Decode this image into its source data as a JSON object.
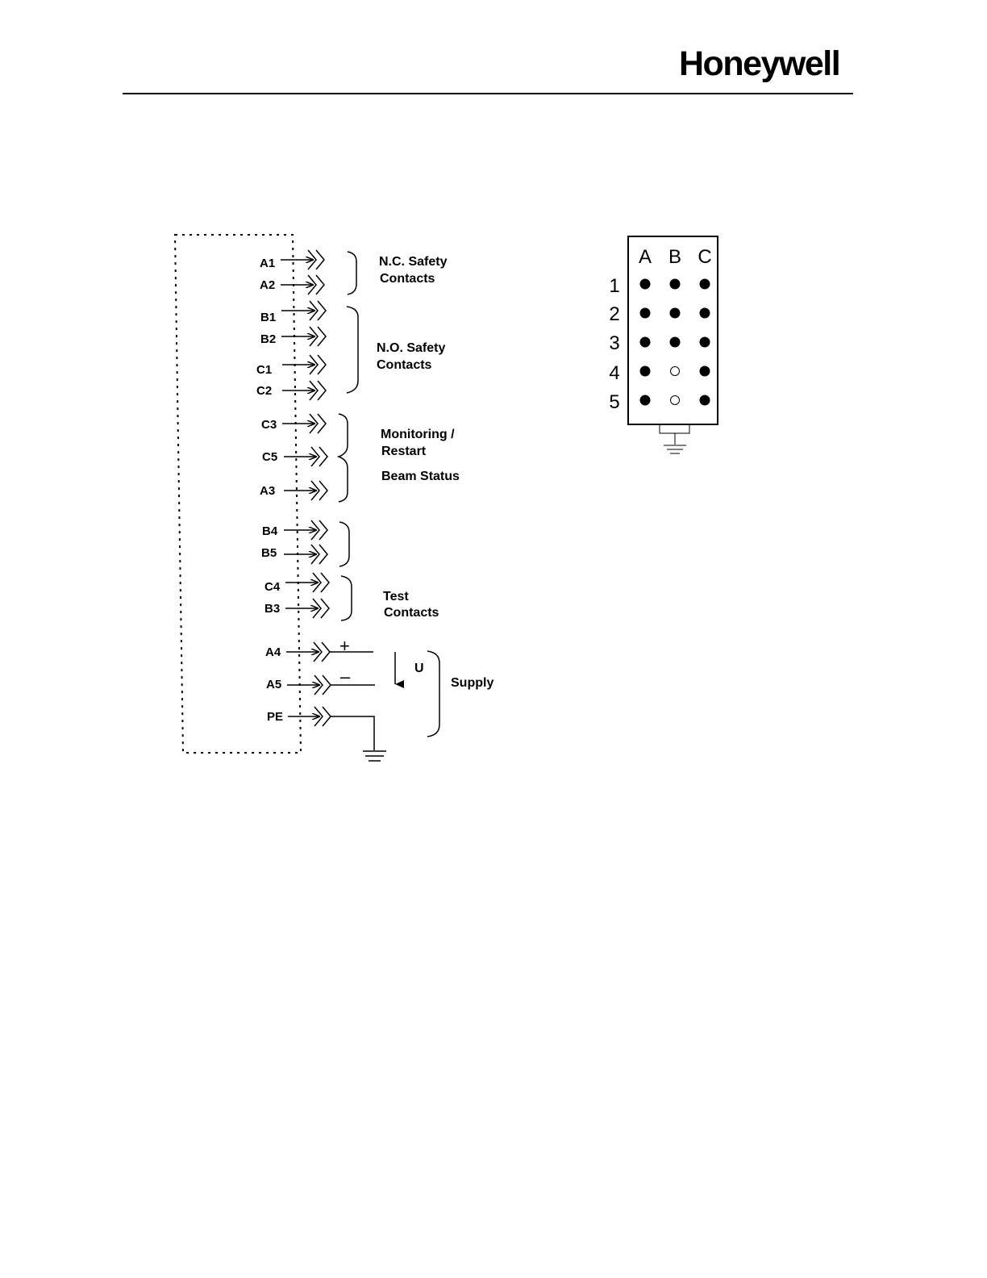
{
  "header": {
    "logo": "Honeywell"
  },
  "pins": [
    {
      "id": "a1",
      "label": "A1"
    },
    {
      "id": "a2",
      "label": "A2"
    },
    {
      "id": "b1",
      "label": "B1"
    },
    {
      "id": "b2",
      "label": "B2"
    },
    {
      "id": "c1",
      "label": "C1"
    },
    {
      "id": "c2",
      "label": "C2"
    },
    {
      "id": "c3",
      "label": "C3"
    },
    {
      "id": "c5",
      "label": "C5"
    },
    {
      "id": "a3",
      "label": "A3"
    },
    {
      "id": "b4",
      "label": "B4"
    },
    {
      "id": "b5",
      "label": "B5"
    },
    {
      "id": "c4",
      "label": "C4"
    },
    {
      "id": "b3",
      "label": "B3"
    },
    {
      "id": "a4",
      "label": "A4"
    },
    {
      "id": "a5",
      "label": "A5"
    },
    {
      "id": "pe",
      "label": "PE"
    }
  ],
  "groups": {
    "nc": {
      "line1": "N.C. Safety",
      "line2": "Contacts"
    },
    "no": {
      "line1": "N.O. Safety",
      "line2": "Contacts"
    },
    "monitoring": {
      "line1": "Monitoring /",
      "line2": "Restart"
    },
    "beam": "Beam Status",
    "test": {
      "line1": "Test",
      "line2": "Contacts"
    },
    "supply": "Supply"
  },
  "supply_signs": {
    "plus": "+",
    "minus": "–",
    "voltage": "U"
  },
  "connector": {
    "columns": [
      "A",
      "B",
      "C"
    ],
    "rows": [
      "1",
      "2",
      "3",
      "4",
      "5"
    ],
    "pins_filled": [
      [
        true,
        true,
        true
      ],
      [
        true,
        true,
        true
      ],
      [
        true,
        true,
        true
      ],
      [
        true,
        false,
        true
      ],
      [
        true,
        false,
        true
      ]
    ]
  }
}
